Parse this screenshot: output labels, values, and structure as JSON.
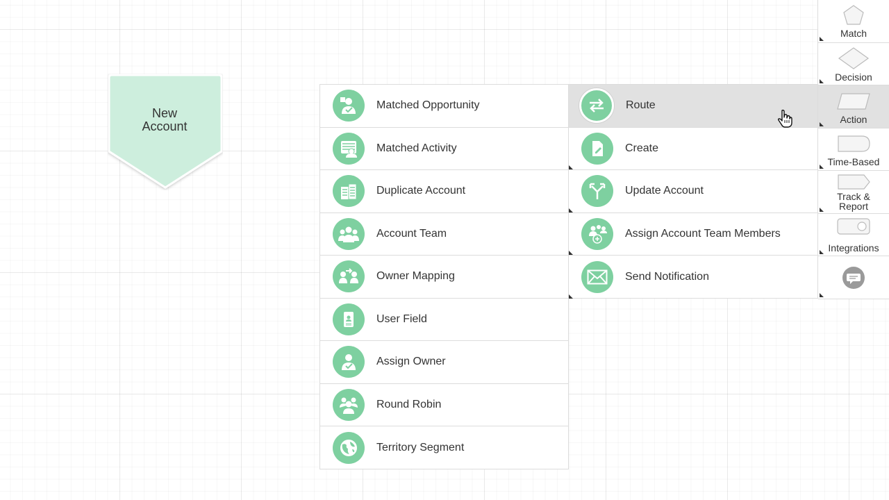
{
  "canvas": {
    "start_node": {
      "label": "New\nAccount",
      "color": "#cdeedd"
    }
  },
  "colors": {
    "icon_green": "#7ed0a0",
    "active_row": "#e1e1e1"
  },
  "left_menu": [
    {
      "label": "Matched Opportunity",
      "icon": "user-check-icon"
    },
    {
      "label": "Matched Activity",
      "icon": "calendar-user-icon"
    },
    {
      "label": "Duplicate Account",
      "icon": "buildings-icon"
    },
    {
      "label": "Account Team",
      "icon": "team-icon"
    },
    {
      "label": "Owner Mapping",
      "icon": "user-transfer-icon"
    },
    {
      "label": "User Field",
      "icon": "id-badge-icon"
    },
    {
      "label": "Assign Owner",
      "icon": "user-check-icon"
    },
    {
      "label": "Round Robin",
      "icon": "group-icon"
    },
    {
      "label": "Territory Segment",
      "icon": "globe-icon"
    }
  ],
  "right_menu": [
    {
      "label": "Route",
      "icon": "swap-arrows-icon",
      "active": true
    },
    {
      "label": "Create",
      "icon": "document-edit-icon"
    },
    {
      "label": "Update Account",
      "icon": "branch-arrows-icon"
    },
    {
      "label": "Assign Account Team Members",
      "icon": "team-add-icon"
    },
    {
      "label": "Send Notification",
      "icon": "envelope-icon"
    }
  ],
  "palette": [
    {
      "label": "Match",
      "shape": "pentagon-shape-icon"
    },
    {
      "label": "Decision",
      "shape": "diamond-shape-icon"
    },
    {
      "label": "Action",
      "shape": "parallelogram-shape-icon",
      "active": true
    },
    {
      "label": "Time-Based",
      "shape": "rounded-tab-shape-icon"
    },
    {
      "label": "Track &\nReport",
      "shape": "arrow-tab-shape-icon"
    },
    {
      "label": "Integrations",
      "shape": "toggle-shape-icon"
    },
    {
      "label": "",
      "shape": "chat-bubble-icon"
    }
  ]
}
